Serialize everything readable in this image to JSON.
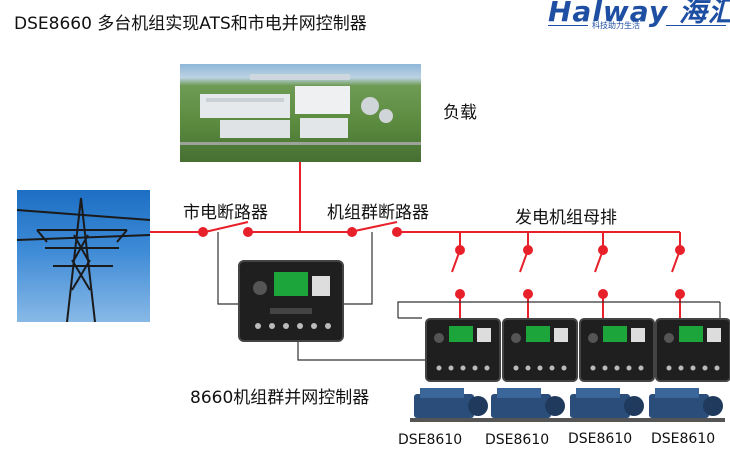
{
  "title": "DSE8660 多台机组实现ATS和市电并网控制器",
  "brand": {
    "logo": "Halway 海汇",
    "slogan": "科技助力生活"
  },
  "labels": {
    "load": "负载",
    "mains_breaker": "市电断路器",
    "genset_group_breaker": "机组群断路器",
    "gen_busbar": "发电机组母排",
    "group_controller": "8660机组群并网控制器"
  },
  "gensets": [
    {
      "model": "DSE8610"
    },
    {
      "model": "DSE8610"
    },
    {
      "model": "DSE8610"
    },
    {
      "model": "DSE8610"
    }
  ],
  "colors": {
    "busbar": "#e8202a",
    "signal": "#333333",
    "brand": "#1f4fa3"
  }
}
